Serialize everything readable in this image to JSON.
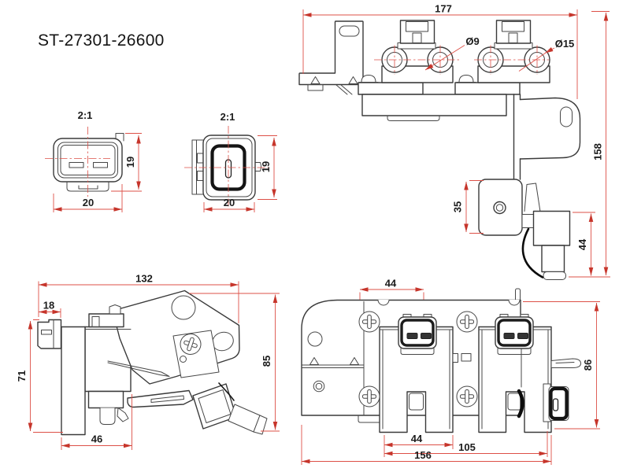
{
  "title": "ST-27301-26600",
  "colors": {
    "outline": "#3a3a3a",
    "dimension_red": "#dd5047",
    "arrow_red": "#c6352b",
    "text": "#1c1c1c",
    "background": "#ffffff"
  },
  "views": {
    "connector_front": {
      "scale": "2:1",
      "width": "20",
      "height": "19"
    },
    "connector_side": {
      "scale": "2:1",
      "width": "20",
      "height": "19"
    },
    "top": {
      "overall_width": "177",
      "overall_height": "158",
      "bracket_height": "35",
      "condenser_height": "44",
      "tower_inner_dia": "Ø9",
      "tower_outer_dia": "Ø15"
    },
    "side": {
      "overall_width": "132",
      "connector_depth": "18",
      "height": "71",
      "body_width": "46",
      "overall_height": "85"
    },
    "front": {
      "top_pitch": "44",
      "leg_span": "44",
      "mount_span": "105",
      "overall_width": "156",
      "overall_height": "86"
    }
  }
}
